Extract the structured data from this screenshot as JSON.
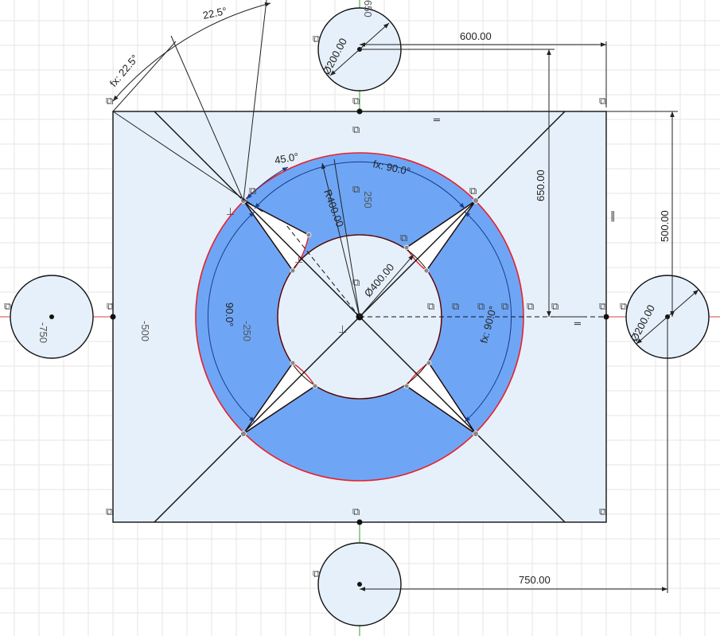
{
  "dimensions": {
    "top_distance": "600.00",
    "bottom_distance": "750.00",
    "vertical_650": "650.00",
    "vertical_500": "500.00",
    "dia_top": "Ø200.00",
    "dia_right": "Ø200.00",
    "dia_inner": "Ø400.00",
    "radius_outer": "R400.00",
    "angle_22_5": "22.5°",
    "angle_fx_22_5": "fx: 22.5°",
    "angle_45": "45.0°",
    "angle_fx_90_top": "fx: 90.0°",
    "angle_fx_90_right": "fx: 90.0°",
    "angle_90_left": "90.0°"
  },
  "coordinates": {
    "left_circle_x": "-750",
    "rect_left_x": "-500",
    "inner_left_x": "-250",
    "inner_top_y": "250",
    "top_y": "650"
  },
  "colors": {
    "background": "#ffffff",
    "grid": "#e6e6e6",
    "panel_fill": "#e6f0fa",
    "profile_fill": "#6ea6f5",
    "selection": "#e8202a",
    "sketch_line": "#111111",
    "dimension_line": "#222222",
    "x_axis": "#d84040",
    "y_axis": "#30a030"
  },
  "icons": [
    "coincident-constraint-icon",
    "horizontal-constraint-icon",
    "vertical-constraint-icon",
    "perpendicular-constraint-icon"
  ]
}
